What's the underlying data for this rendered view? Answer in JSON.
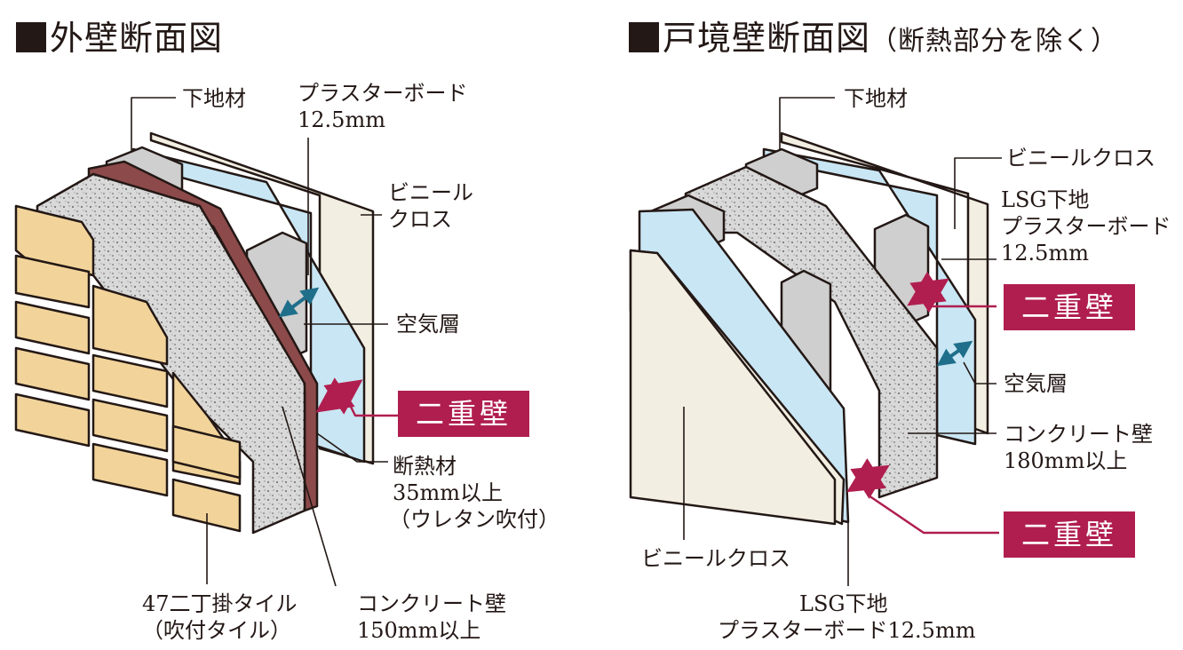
{
  "left": {
    "title": "外壁断面図",
    "labels": {
      "shitajizai": "下地材",
      "plaster_board": "プラスターボード",
      "plaster_board_thickness": "12.5mm",
      "vinyl_cross_1": "ビニール",
      "vinyl_cross_2": "クロス",
      "air_layer": "空気層",
      "double_wall": "二重壁",
      "insulation_1": "断熱材",
      "insulation_2": "35mm以上",
      "insulation_3": "（ウレタン吹付）",
      "tile_1": "47二丁掛タイル",
      "tile_2": "（吹付タイル）",
      "concrete_1": "コンクリート壁",
      "concrete_2": "150mm以上"
    }
  },
  "right": {
    "title": "戸境壁断面図",
    "title_note": "（断熱部分を除く）",
    "labels": {
      "shitajizai": "下地材",
      "vinyl_cross_top": "ビニールクロス",
      "lsg_1": "LSG下地",
      "lsg_2": "プラスターボード",
      "lsg_3": "12.5mm",
      "double_wall_top": "二重壁",
      "air_layer": "空気層",
      "concrete_1": "コンクリート壁",
      "concrete_2": "180mm以上",
      "double_wall_bottom": "二重壁",
      "vinyl_cross_bottom": "ビニールクロス",
      "lsg_bottom_1": "LSG下地",
      "lsg_bottom_2": "プラスターボード12.5mm"
    }
  },
  "colors": {
    "accent": "#b01e4f",
    "arrow_blue": "#1f6f8b",
    "board_blue": "#c9e6f4",
    "vinyl": "#f2eee1",
    "concrete": "#d9d9d9",
    "tile": "#f2d49a",
    "insulation": "#8c4a4a"
  }
}
